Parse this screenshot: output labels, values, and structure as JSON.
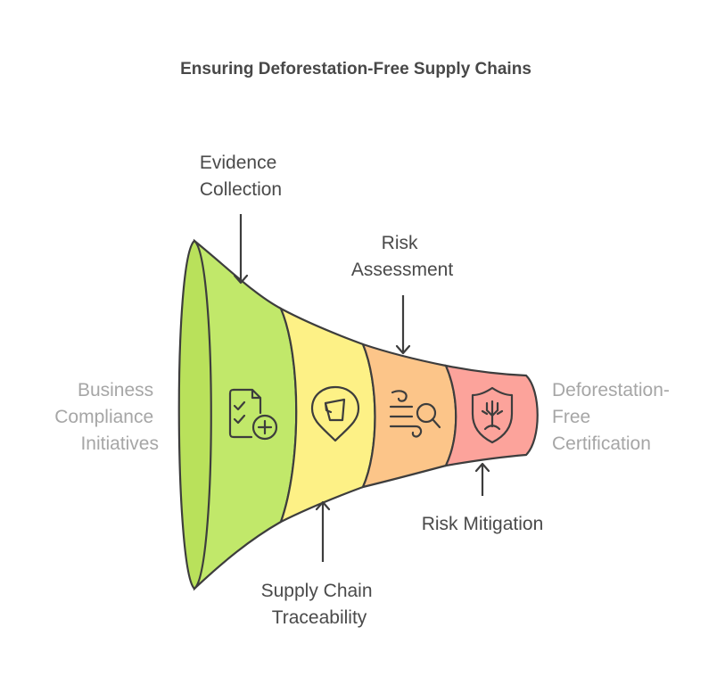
{
  "title": "Ensuring Deforestation-Free Supply Chains",
  "input_label": [
    "Business",
    "Compliance",
    "Initiatives"
  ],
  "output_label": [
    "Deforestation-",
    "Free",
    "Certification"
  ],
  "stages": [
    {
      "name": [
        "Evidence",
        "Collection"
      ],
      "color": "#c1e86a",
      "icon": "checklist-plus-icon"
    },
    {
      "name": [
        "Supply Chain",
        "Traceability"
      ],
      "color": "#fdf186",
      "icon": "location-pin-icon"
    },
    {
      "name": [
        "Risk",
        "Assessment"
      ],
      "color": "#fcc589",
      "icon": "search-icon"
    },
    {
      "name": [
        "Risk Mitigation"
      ],
      "color": "#fca39b",
      "icon": "shield-tree-icon"
    }
  ],
  "colors": {
    "mouth": "#b9e15b",
    "outline": "#3d3d3d",
    "text": "#4a4a4a",
    "muted_text": "#a6a6a6"
  }
}
